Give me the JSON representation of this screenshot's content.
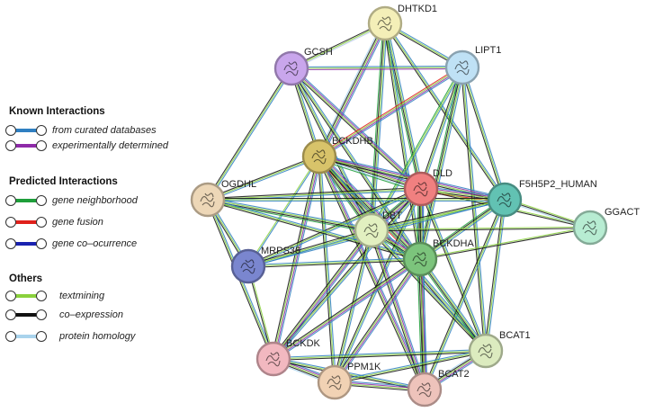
{
  "legend": {
    "known": {
      "title": "Known Interactions",
      "items": [
        {
          "label": "from curated databases",
          "color": "#2f7fc1"
        },
        {
          "label": "experimentally determined",
          "color": "#8e2aa8"
        }
      ]
    },
    "predicted": {
      "title": "Predicted Interactions",
      "items": [
        {
          "label": "gene neighborhood",
          "color": "#1e9e3a"
        },
        {
          "label": "gene fusion",
          "color": "#e0201b"
        },
        {
          "label": "gene co–ocurrence",
          "color": "#1a22b0"
        }
      ]
    },
    "others": {
      "title": "Others",
      "items": [
        {
          "label": "textmining",
          "color": "#8ad13c"
        },
        {
          "label": "co–expression",
          "color": "#111111"
        },
        {
          "label": "protein homology",
          "color": "#a9d3ec"
        }
      ]
    }
  },
  "nodes": [
    {
      "id": "DHTKD1",
      "label": "DHTKD1",
      "color": "#f4efb8"
    },
    {
      "id": "GCSH",
      "label": "GCSH",
      "color": "#c9a6ec"
    },
    {
      "id": "LIPT1",
      "label": "LIPT1",
      "color": "#bfe1f5"
    },
    {
      "id": "BCKDHB",
      "label": "BCKDHB",
      "color": "#d8c36a"
    },
    {
      "id": "DLD",
      "label": "DLD",
      "color": "#f08080"
    },
    {
      "id": "F5H5P2_HUMAN",
      "label": "F5H5P2_HUMAN",
      "color": "#62c2b3"
    },
    {
      "id": "OGDHL",
      "label": "OGDHL",
      "color": "#edd7b7"
    },
    {
      "id": "DBT",
      "label": "DBT",
      "color": "#e2f0c0"
    },
    {
      "id": "GGACT",
      "label": "GGACT",
      "color": "#b7ecd2"
    },
    {
      "id": "MRPS36",
      "label": "MRPS36",
      "color": "#7a86cf"
    },
    {
      "id": "BCKDHA",
      "label": "BCKDHA",
      "color": "#7cc47c"
    },
    {
      "id": "BCKDK",
      "label": "BCKDK",
      "color": "#f2b8c0"
    },
    {
      "id": "PPM1K",
      "label": "PPM1K",
      "color": "#f1d2b4"
    },
    {
      "id": "BCAT1",
      "label": "BCAT1",
      "color": "#dcebbf"
    },
    {
      "id": "BCAT2",
      "label": "BCAT2",
      "color": "#eec3bb"
    }
  ],
  "edges": [
    {
      "source": "DHTKD1",
      "target": "GCSH",
      "types": [
        "#b9c9e8",
        "#8ad13c",
        "#111111"
      ]
    },
    {
      "source": "DHTKD1",
      "target": "LIPT1",
      "types": [
        "#2f7fc1",
        "#8ad13c",
        "#111111"
      ]
    },
    {
      "source": "DHTKD1",
      "target": "BCKDHB",
      "types": [
        "#2f7fc1",
        "#8e2aa8",
        "#8ad13c",
        "#111111",
        "#a9d3ec"
      ]
    },
    {
      "source": "DHTKD1",
      "target": "DLD",
      "types": [
        "#2f7fc1",
        "#8ad13c",
        "#111111",
        "#1e9e3a"
      ]
    },
    {
      "source": "DHTKD1",
      "target": "DBT",
      "types": [
        "#2f7fc1",
        "#8ad13c",
        "#111111",
        "#1e9e3a"
      ]
    },
    {
      "source": "DHTKD1",
      "target": "BCKDHA",
      "types": [
        "#2f7fc1",
        "#8ad13c",
        "#111111"
      ]
    },
    {
      "source": "DHTKD1",
      "target": "F5H5P2_HUMAN",
      "types": [
        "#2f7fc1",
        "#8ad13c",
        "#111111"
      ]
    },
    {
      "source": "GCSH",
      "target": "LIPT1",
      "types": [
        "#2f7fc1",
        "#8ad13c",
        "#8e2aa8"
      ]
    },
    {
      "source": "GCSH",
      "target": "BCKDHB",
      "types": [
        "#2f7fc1",
        "#8ad13c",
        "#111111"
      ]
    },
    {
      "source": "GCSH",
      "target": "DLD",
      "types": [
        "#2f7fc1",
        "#8e2aa8",
        "#8ad13c",
        "#111111"
      ]
    },
    {
      "source": "GCSH",
      "target": "DBT",
      "types": [
        "#2f7fc1",
        "#8ad13c",
        "#111111"
      ]
    },
    {
      "source": "GCSH",
      "target": "BCKDHA",
      "types": [
        "#2f7fc1",
        "#8ad13c",
        "#111111"
      ]
    },
    {
      "source": "GCSH",
      "target": "OGDHL",
      "types": [
        "#2f7fc1",
        "#8ad13c",
        "#111111"
      ]
    },
    {
      "source": "LIPT1",
      "target": "BCKDHB",
      "types": [
        "#2f7fc1",
        "#8e2aa8",
        "#8ad13c",
        "#e0201b"
      ]
    },
    {
      "source": "LIPT1",
      "target": "DLD",
      "types": [
        "#2f7fc1",
        "#8ad13c",
        "#111111"
      ]
    },
    {
      "source": "LIPT1",
      "target": "DBT",
      "types": [
        "#2f7fc1",
        "#8ad13c",
        "#1e9e3a"
      ]
    },
    {
      "source": "LIPT1",
      "target": "BCKDHA",
      "types": [
        "#2f7fc1",
        "#8ad13c",
        "#111111",
        "#1e9e3a"
      ]
    },
    {
      "source": "LIPT1",
      "target": "F5H5P2_HUMAN",
      "types": [
        "#2f7fc1",
        "#8ad13c",
        "#111111"
      ]
    },
    {
      "source": "LIPT1",
      "target": "BCAT1",
      "types": [
        "#2f7fc1",
        "#8ad13c",
        "#111111"
      ]
    },
    {
      "source": "BCKDHB",
      "target": "DLD",
      "types": [
        "#2f7fc1",
        "#8e2aa8",
        "#8ad13c",
        "#111111",
        "#a9d3ec",
        "#1e9e3a"
      ]
    },
    {
      "source": "BCKDHB",
      "target": "DBT",
      "types": [
        "#2f7fc1",
        "#8e2aa8",
        "#8ad13c",
        "#111111",
        "#1e9e3a"
      ]
    },
    {
      "source": "BCKDHB",
      "target": "BCKDHA",
      "types": [
        "#2f7fc1",
        "#8e2aa8",
        "#8ad13c",
        "#111111",
        "#1e9e3a",
        "#e0201b"
      ]
    },
    {
      "source": "BCKDHB",
      "target": "F5H5P2_HUMAN",
      "types": [
        "#2f7fc1",
        "#8e2aa8",
        "#8ad13c",
        "#111111"
      ]
    },
    {
      "source": "BCKDHB",
      "target": "OGDHL",
      "types": [
        "#2f7fc1",
        "#8ad13c",
        "#111111"
      ]
    },
    {
      "source": "BCKDHB",
      "target": "MRPS36",
      "types": [
        "#2f7fc1",
        "#8ad13c"
      ]
    },
    {
      "source": "BCKDHB",
      "target": "BCKDK",
      "types": [
        "#2f7fc1",
        "#8e2aa8",
        "#8ad13c",
        "#111111"
      ]
    },
    {
      "source": "BCKDHB",
      "target": "PPM1K",
      "types": [
        "#2f7fc1",
        "#8ad13c",
        "#111111"
      ]
    },
    {
      "source": "BCKDHB",
      "target": "BCAT1",
      "types": [
        "#2f7fc1",
        "#8ad13c",
        "#111111"
      ]
    },
    {
      "source": "BCKDHB",
      "target": "BCAT2",
      "types": [
        "#2f7fc1",
        "#8e2aa8",
        "#8ad13c",
        "#111111"
      ]
    },
    {
      "source": "DLD",
      "target": "DBT",
      "types": [
        "#2f7fc1",
        "#8e2aa8",
        "#8ad13c",
        "#111111",
        "#1e9e3a"
      ]
    },
    {
      "source": "DLD",
      "target": "BCKDHA",
      "types": [
        "#2f7fc1",
        "#8e2aa8",
        "#8ad13c",
        "#111111",
        "#1e9e3a"
      ]
    },
    {
      "source": "DLD",
      "target": "F5H5P2_HUMAN",
      "types": [
        "#2f7fc1",
        "#8e2aa8",
        "#8ad13c",
        "#111111",
        "#e0201b"
      ]
    },
    {
      "source": "DLD",
      "target": "OGDHL",
      "types": [
        "#2f7fc1",
        "#8ad13c",
        "#111111"
      ]
    },
    {
      "source": "DLD",
      "target": "MRPS36",
      "types": [
        "#2f7fc1",
        "#8ad13c",
        "#111111"
      ]
    },
    {
      "source": "DLD",
      "target": "BCKDK",
      "types": [
        "#2f7fc1",
        "#8ad13c",
        "#111111"
      ]
    },
    {
      "source": "DLD",
      "target": "PPM1K",
      "types": [
        "#2f7fc1",
        "#8ad13c",
        "#111111"
      ]
    },
    {
      "source": "DLD",
      "target": "BCAT1",
      "types": [
        "#2f7fc1",
        "#8ad13c",
        "#111111"
      ]
    },
    {
      "source": "DLD",
      "target": "BCAT2",
      "types": [
        "#2f7fc1",
        "#8ad13c",
        "#111111"
      ]
    },
    {
      "source": "DLD",
      "target": "GGACT",
      "types": [
        "#8ad13c",
        "#111111"
      ]
    },
    {
      "source": "F5H5P2_HUMAN",
      "target": "DBT",
      "types": [
        "#2f7fc1",
        "#8ad13c",
        "#111111"
      ]
    },
    {
      "source": "F5H5P2_HUMAN",
      "target": "BCKDHA",
      "types": [
        "#2f7fc1",
        "#8ad13c",
        "#111111",
        "#1e9e3a"
      ]
    },
    {
      "source": "F5H5P2_HUMAN",
      "target": "GGACT",
      "types": [
        "#8ad13c",
        "#111111",
        "#a9d3ec"
      ]
    },
    {
      "source": "F5H5P2_HUMAN",
      "target": "BCAT1",
      "types": [
        "#2f7fc1",
        "#8ad13c",
        "#111111"
      ]
    },
    {
      "source": "F5H5P2_HUMAN",
      "target": "BCAT2",
      "types": [
        "#2f7fc1",
        "#8ad13c",
        "#111111"
      ]
    },
    {
      "source": "F5H5P2_HUMAN",
      "target": "OGDHL",
      "types": [
        "#2f7fc1",
        "#8ad13c",
        "#111111"
      ]
    },
    {
      "source": "F5H5P2_HUMAN",
      "target": "MRPS36",
      "types": [
        "#2f7fc1",
        "#8ad13c"
      ]
    },
    {
      "source": "OGDHL",
      "target": "DBT",
      "types": [
        "#2f7fc1",
        "#8ad13c",
        "#111111",
        "#1e9e3a"
      ]
    },
    {
      "source": "OGDHL",
      "target": "BCKDHA",
      "types": [
        "#2f7fc1",
        "#8ad13c",
        "#111111"
      ]
    },
    {
      "source": "OGDHL",
      "target": "MRPS36",
      "types": [
        "#2f7fc1",
        "#8ad13c",
        "#111111"
      ]
    },
    {
      "source": "OGDHL",
      "target": "BCKDK",
      "types": [
        "#2f7fc1",
        "#8ad13c",
        "#111111"
      ]
    },
    {
      "source": "DBT",
      "target": "BCKDHA",
      "types": [
        "#2f7fc1",
        "#8e2aa8",
        "#8ad13c",
        "#111111",
        "#1e9e3a"
      ]
    },
    {
      "source": "DBT",
      "target": "MRPS36",
      "types": [
        "#2f7fc1",
        "#8ad13c",
        "#111111"
      ]
    },
    {
      "source": "DBT",
      "target": "BCKDK",
      "types": [
        "#2f7fc1",
        "#8e2aa8",
        "#8ad13c",
        "#111111"
      ]
    },
    {
      "source": "DBT",
      "target": "PPM1K",
      "types": [
        "#2f7fc1",
        "#8ad13c",
        "#111111"
      ]
    },
    {
      "source": "DBT",
      "target": "BCAT1",
      "types": [
        "#2f7fc1",
        "#8ad13c",
        "#111111"
      ]
    },
    {
      "source": "DBT",
      "target": "BCAT2",
      "types": [
        "#2f7fc1",
        "#8e2aa8",
        "#8ad13c",
        "#111111"
      ]
    },
    {
      "source": "DBT",
      "target": "GGACT",
      "types": [
        "#8ad13c",
        "#111111"
      ]
    },
    {
      "source": "MRPS36",
      "target": "BCKDHA",
      "types": [
        "#2f7fc1",
        "#8ad13c",
        "#111111"
      ]
    },
    {
      "source": "MRPS36",
      "target": "BCKDK",
      "types": [
        "#8ad13c",
        "#111111"
      ]
    },
    {
      "source": "BCKDHA",
      "target": "BCKDK",
      "types": [
        "#2f7fc1",
        "#8e2aa8",
        "#8ad13c",
        "#111111"
      ]
    },
    {
      "source": "BCKDHA",
      "target": "PPM1K",
      "types": [
        "#2f7fc1",
        "#8e2aa8",
        "#8ad13c",
        "#111111"
      ]
    },
    {
      "source": "BCKDHA",
      "target": "BCAT1",
      "types": [
        "#2f7fc1",
        "#8ad13c",
        "#111111",
        "#1e9e3a"
      ]
    },
    {
      "source": "BCKDHA",
      "target": "BCAT2",
      "types": [
        "#2f7fc1",
        "#8e2aa8",
        "#8ad13c",
        "#111111",
        "#1e9e3a"
      ]
    },
    {
      "source": "BCKDHA",
      "target": "GGACT",
      "types": [
        "#8ad13c",
        "#111111"
      ]
    },
    {
      "source": "BCKDK",
      "target": "PPM1K",
      "types": [
        "#2f7fc1",
        "#8e2aa8",
        "#8ad13c",
        "#111111",
        "#a9d3ec"
      ]
    },
    {
      "source": "BCKDK",
      "target": "BCAT1",
      "types": [
        "#2f7fc1",
        "#8ad13c",
        "#111111"
      ]
    },
    {
      "source": "BCKDK",
      "target": "BCAT2",
      "types": [
        "#2f7fc1",
        "#8ad13c",
        "#111111"
      ]
    },
    {
      "source": "PPM1K",
      "target": "BCAT1",
      "types": [
        "#2f7fc1",
        "#8ad13c",
        "#111111"
      ]
    },
    {
      "source": "PPM1K",
      "target": "BCAT2",
      "types": [
        "#2f7fc1",
        "#8e2aa8",
        "#8ad13c",
        "#111111"
      ]
    },
    {
      "source": "BCAT1",
      "target": "BCAT2",
      "types": [
        "#2f7fc1",
        "#8e2aa8",
        "#8ad13c",
        "#111111",
        "#a9d3ec"
      ]
    }
  ]
}
